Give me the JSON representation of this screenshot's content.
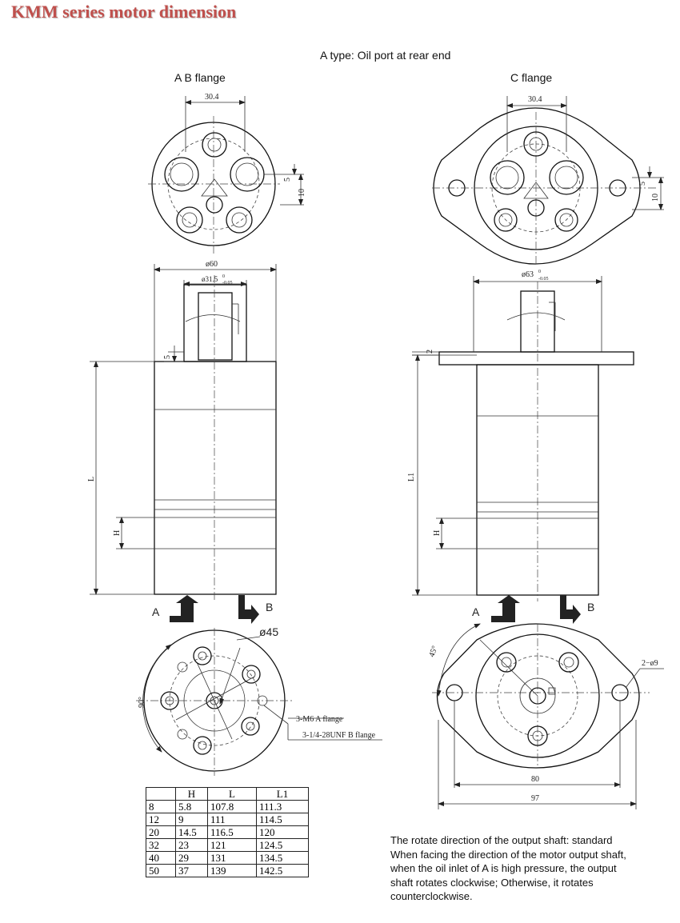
{
  "title": "KMM series motor dimension",
  "subtitle": "A type: Oil port at rear end",
  "views": {
    "ab_flange_label": "A B flange",
    "c_flange_label": "C flange"
  },
  "dims": {
    "port_spacing": "30.4",
    "offset_5": "5",
    "offset_10": "10",
    "dia_60": "ø60",
    "dia_31_5": "ø31.5",
    "tol_31_5_upper": "0",
    "tol_31_5_lower": "-0.05",
    "dia_63": "ø63",
    "tol_63_upper": "0",
    "tol_63_lower": "-0.05",
    "flange_5": "5",
    "flange_2": "2",
    "len_L": "L",
    "len_L1": "L1",
    "len_H": "H",
    "port_A": "A",
    "port_B": "B",
    "dia_45": "ø45",
    "angle_90": "90°",
    "angle_45": "45°",
    "holes_2_9": "2−ø9",
    "width_80": "80",
    "width_97": "97",
    "thread_a": "3-M6  A flange",
    "thread_b": "3-1/4-28UNF B flange"
  },
  "table": {
    "headers": [
      "",
      "H",
      "L",
      "L1"
    ],
    "rows": [
      [
        "8",
        "5.8",
        "107.8",
        "111.3"
      ],
      [
        "12",
        "9",
        "111",
        "114.5"
      ],
      [
        "20",
        "14.5",
        "116.5",
        "120"
      ],
      [
        "32",
        "23",
        "121",
        "124.5"
      ],
      [
        "40",
        "29",
        "131",
        "134.5"
      ],
      [
        "50",
        "37",
        "139",
        "142.5"
      ]
    ]
  },
  "note": {
    "lines": [
      "The rotate direction of the output shaft: standard",
      "When facing the direction of the motor output shaft,",
      "when the oil inlet of A is high pressure, the output",
      "shaft rotates clockwise; Otherwise, it rotates",
      "counterclockwise."
    ]
  }
}
